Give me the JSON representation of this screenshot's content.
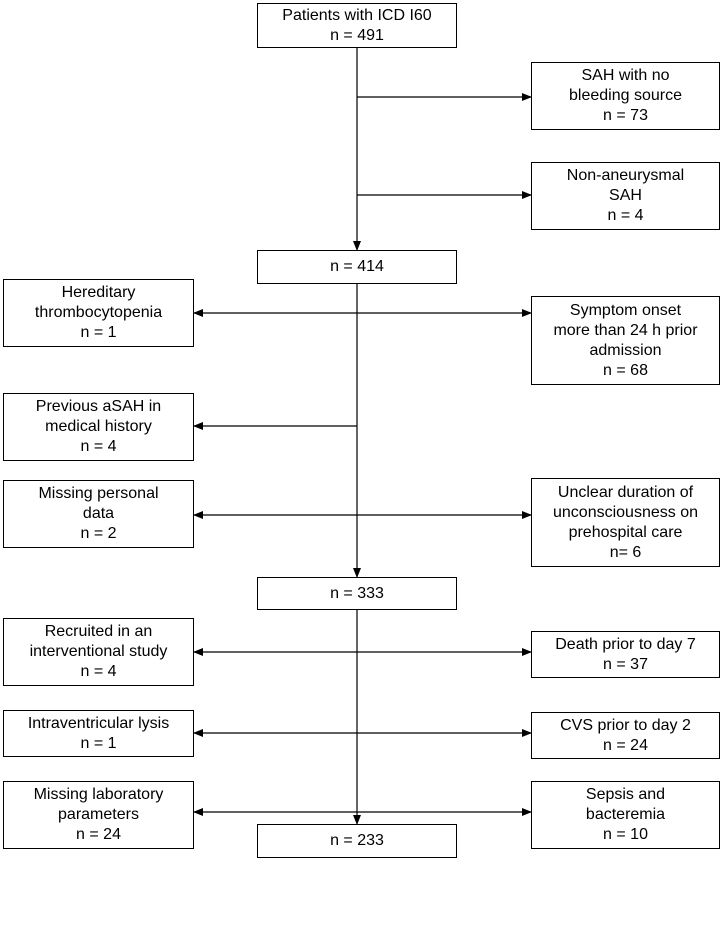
{
  "flowchart": {
    "start": {
      "lines": [
        "Patients with ICD I60",
        "n = 491"
      ]
    },
    "step1": {
      "lines": [
        "n = 414"
      ]
    },
    "step2": {
      "lines": [
        "n = 333"
      ]
    },
    "final": {
      "lines": [
        "n = 233"
      ]
    },
    "exclusions": {
      "no_bleeding_source": {
        "lines": [
          "SAH with no",
          "bleeding source",
          "n = 73"
        ]
      },
      "non_aneurysmal": {
        "lines": [
          "Non-aneurysmal",
          "SAH",
          "n = 4"
        ]
      },
      "hereditary_thrombocytopenia": {
        "lines": [
          "Hereditary",
          "thrombocytopenia",
          "n = 1"
        ]
      },
      "symptom_onset": {
        "lines": [
          "Symptom onset",
          "more than 24 h prior",
          "admission",
          "n = 68"
        ]
      },
      "previous_asah": {
        "lines": [
          "Previous aSAH in",
          "medical history",
          "n = 4"
        ]
      },
      "missing_personal": {
        "lines": [
          "Missing personal",
          "data",
          "n = 2"
        ]
      },
      "unclear_duration": {
        "lines": [
          "Unclear duration of",
          "unconsciousness on",
          "prehospital care",
          "n= 6"
        ]
      },
      "interventional_study": {
        "lines": [
          "Recruited in an",
          "interventional study",
          "n = 4"
        ]
      },
      "death_prior": {
        "lines": [
          "Death prior to day 7",
          "n = 37"
        ]
      },
      "intraventricular_lysis": {
        "lines": [
          "Intraventricular lysis",
          "n = 1"
        ]
      },
      "cvs_prior": {
        "lines": [
          "CVS prior to day 2",
          "n = 24"
        ]
      },
      "missing_laboratory": {
        "lines": [
          "Missing laboratory",
          "parameters",
          "n = 24"
        ]
      },
      "sepsis": {
        "lines": [
          "Sepsis and",
          "bacteremia",
          "n = 10"
        ]
      }
    }
  }
}
